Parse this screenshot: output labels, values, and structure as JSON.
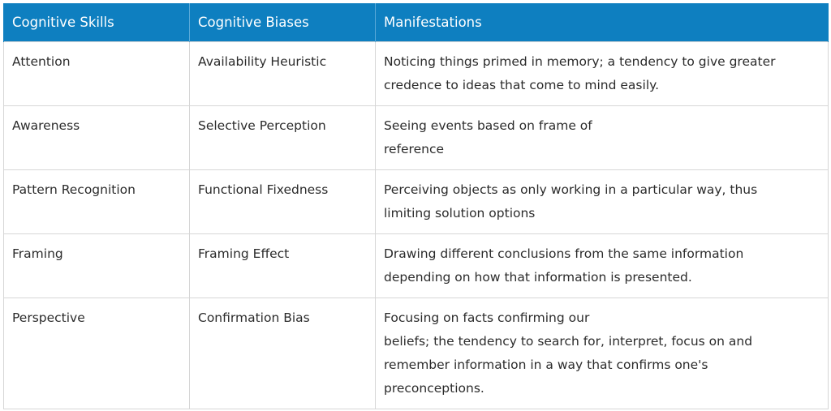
{
  "table": {
    "headers": [
      "Cognitive Skills",
      "Cognitive Biases",
      "Manifestations"
    ],
    "rows": [
      [
        "Attention",
        "Availability Heuristic",
        "Noticing things primed in memory; a tendency to give greater\ncredence to ideas that come to mind easily."
      ],
      [
        "Awareness",
        "Selective Perception",
        "Seeing events based on frame of\nreference"
      ],
      [
        "Pattern Recognition",
        "Functional Fixedness",
        "Perceiving objects as only working in a particular way, thus\nlimiting solution options"
      ],
      [
        "Framing",
        "Framing Effect",
        "Drawing different conclusions from the same information\ndepending on how that information is presented."
      ],
      [
        "Perspective",
        "Confirmation Bias",
        "Focusing on facts confirming our\nbeliefs; the tendency to search for, interpret, focus on and\nremember information in a way that confirms one's\npreconceptions."
      ]
    ]
  },
  "colors": {
    "header_bg": "#0e7fc0",
    "header_text": "#ffffff",
    "border": "#d6d6d6",
    "body_text": "#2b2b2b"
  }
}
